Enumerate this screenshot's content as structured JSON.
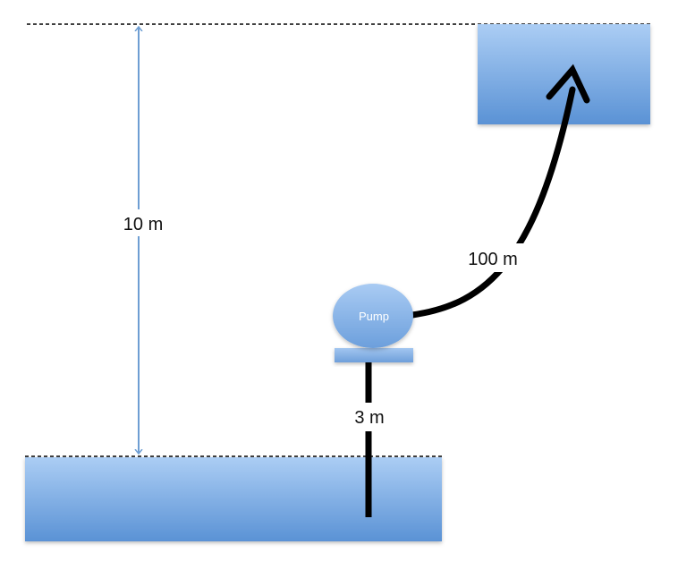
{
  "labels": {
    "height": "10 m",
    "pipe_length": "100 m",
    "suction_depth": "3 m",
    "pump": "Pump"
  },
  "colors": {
    "tank_light": "#a6c8f2",
    "tank_dark": "#5b93d6",
    "arrow_blue": "#6e9ed3",
    "pipe": "#000000",
    "pump_text": "#ffffff"
  }
}
